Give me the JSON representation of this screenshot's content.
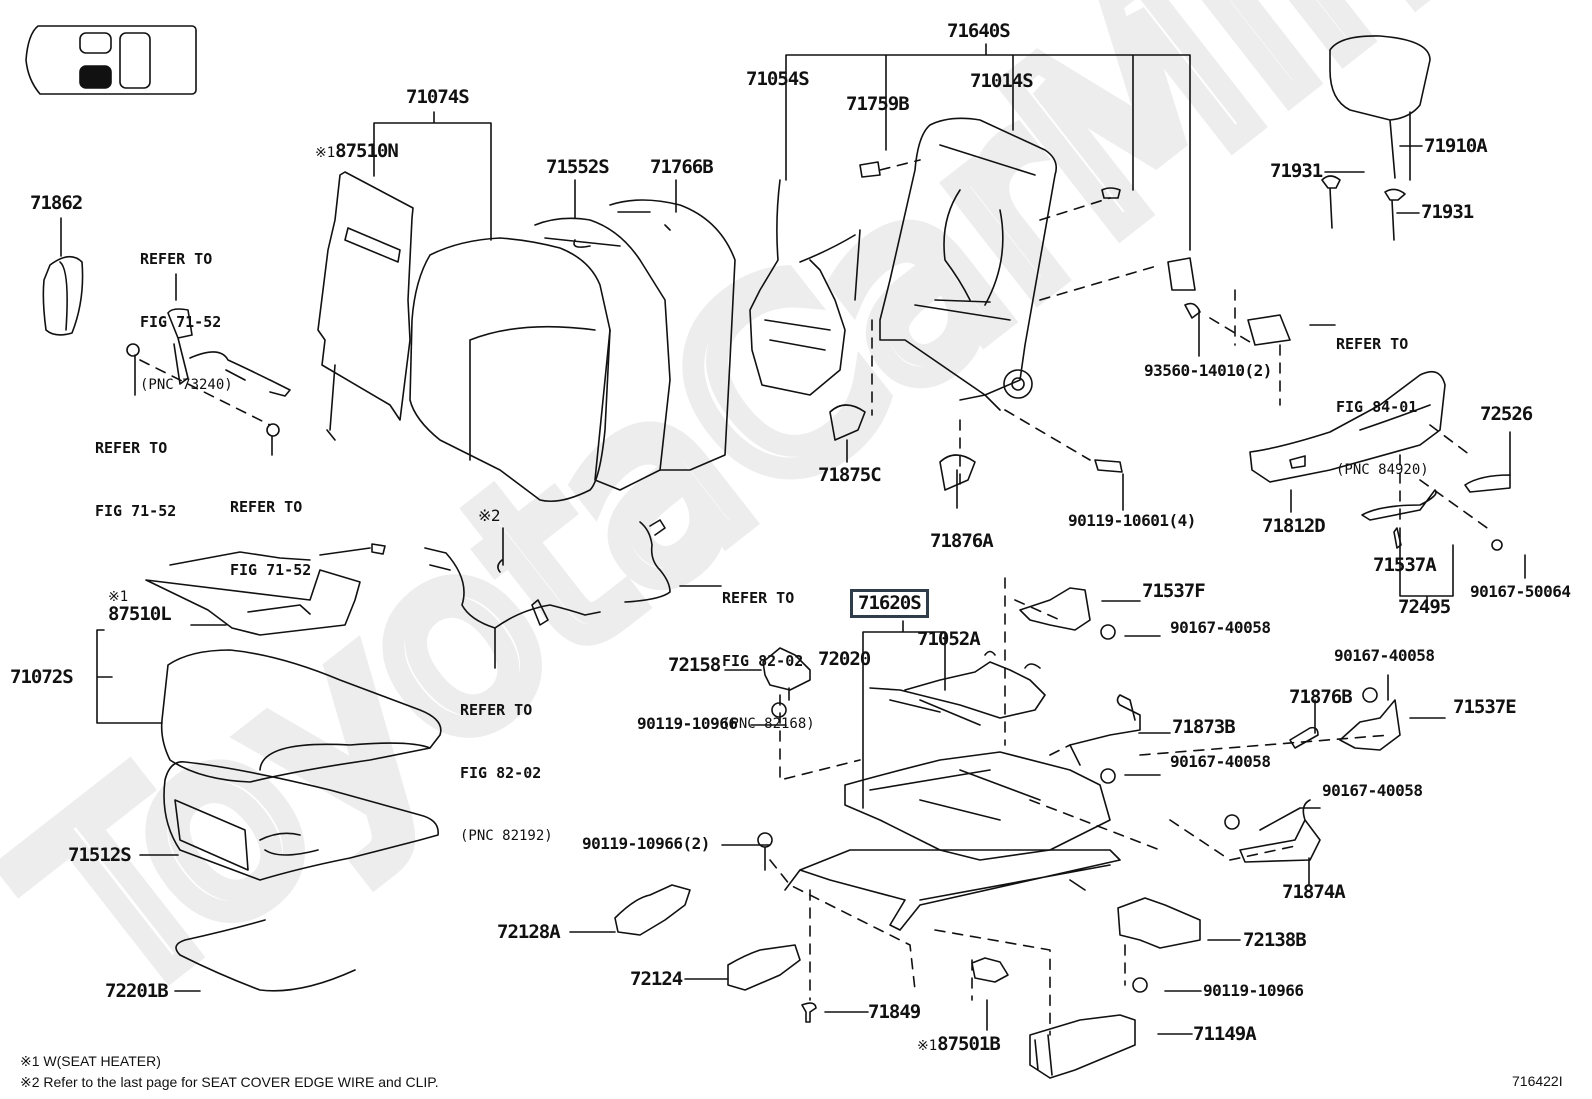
{
  "diagram": {
    "title_figure_code": "716422I",
    "watermark": "ToyotaCarMine.ru",
    "seat_position_indicator": {
      "slots": [
        "upper-left",
        "lower-left",
        "right"
      ],
      "highlighted": "lower-left"
    },
    "highlighted_part": "71620S",
    "parts": {
      "p71640S": "71640S",
      "p71054S": "71054S",
      "p71014S": "71014S",
      "p71759B": "71759B",
      "p71074S": "71074S",
      "p87510N": "87510N",
      "p71552S": "71552S",
      "p71766B": "71766B",
      "p71862": "71862",
      "p71910A": "71910A",
      "p71931a": "71931",
      "p71931b": "71931",
      "p93560": "93560-14010(2)",
      "p71875C": "71875C",
      "p71876A": "71876A",
      "p90119_10601": "90119-10601(4)",
      "p72526": "72526",
      "p71812D": "71812D",
      "p71537A": "71537A",
      "p72495": "72495",
      "p90167_50064": "90167-50064",
      "p71537F": "71537F",
      "p90167_40058a": "90167-40058",
      "p71620S": "71620S",
      "p71052A": "71052A",
      "p72020": "72020",
      "p72158": "72158",
      "p90119_10966a": "90119-10966",
      "p90167_40058b": "90167-40058",
      "p71876B": "71876B",
      "p71537E": "71537E",
      "p71873B": "71873B",
      "p90167_40058c": "90167-40058",
      "p90167_40058d": "90167-40058",
      "p71874A": "71874A",
      "p87510L": "87510L",
      "p71072S": "71072S",
      "p71512S": "71512S",
      "p72201B": "72201B",
      "p90119_10966_2": "90119-10966(2)",
      "p72128A": "72128A",
      "p72124": "72124",
      "p71849": "71849",
      "p87501B": "87501B",
      "p72138B": "72138B",
      "p90119_10966b": "90119-10966",
      "p71149A": "71149A"
    },
    "marks": {
      "note1": "※1",
      "note2": "※2"
    },
    "references": {
      "ref_73240": {
        "line1": "REFER TO",
        "line2": "FIG 71-52",
        "pnc": "(PNC 73240)"
      },
      "ref_7152a": {
        "line1": "REFER TO",
        "line2": "FIG 71-52"
      },
      "ref_7152b": {
        "line1": "REFER TO",
        "line2": "FIG 71-52"
      },
      "ref_84920": {
        "line1": "REFER TO",
        "line2": "FIG 84-01",
        "pnc": "(PNC 84920)"
      },
      "ref_82168": {
        "line1": "REFER TO",
        "line2": "FIG 82-02",
        "pnc": "(PNC 82168)"
      },
      "ref_82192": {
        "line1": "REFER TO",
        "line2": "FIG 82-02",
        "pnc": "(PNC 82192)"
      }
    },
    "footnotes": [
      "※1  W(SEAT  HEATER)",
      "※2  Refer to the last page for SEAT COVER EDGE WIRE and CLIP."
    ]
  }
}
